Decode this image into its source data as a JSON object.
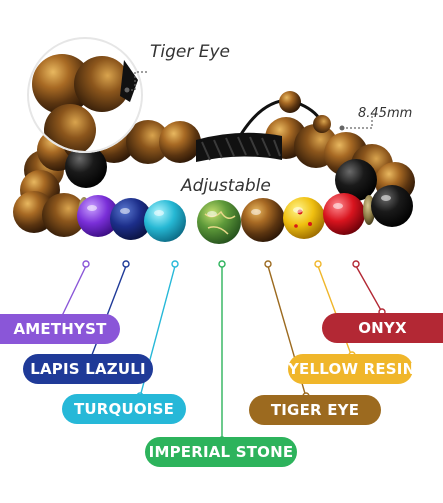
{
  "annotations": {
    "tiger_eye_top": "Tiger Eye",
    "bead_size": "8.45mm",
    "adjustable": "Adjustable"
  },
  "labels": {
    "amethyst": "AMETHYST",
    "lapis_lazuli": "LAPIS LAZULI",
    "turquoise": "TURQUOISE",
    "imperial_stone": "IMPERIAL STONE",
    "tiger_eye": "TIGER EYE",
    "yellow_resin": "YELLOW RESIN",
    "onyx": "ONYX"
  },
  "colors": {
    "amethyst": "#8a56d8",
    "lapis_lazuli": "#1f3a98",
    "turquoise": "#26b8d8",
    "imperial_stone": "#2db35c",
    "tiger_eye": "#9c6a1f",
    "yellow_resin": "#f0b62a",
    "onyx": "#b32834"
  }
}
